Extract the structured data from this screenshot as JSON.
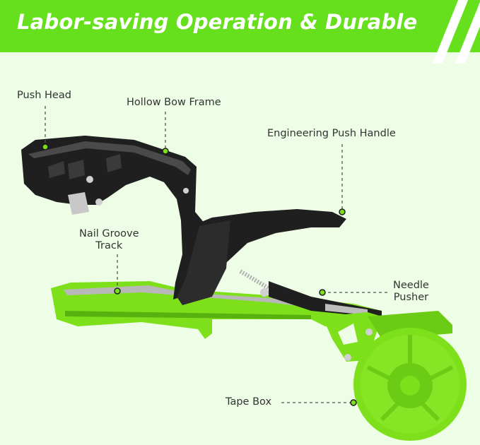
{
  "banner": {
    "title": "Labor-saving Operation & Durable",
    "color": "#66e01c"
  },
  "callouts": {
    "push_head": "Push Head",
    "hollow_bow_frame": "Hollow Bow Frame",
    "engineering_push_handle": "Engineering Push Handle",
    "nail_groove_track_line1": "Nail Groove",
    "nail_groove_track_line2": "Track",
    "needle_pusher_line1": "Needle",
    "needle_pusher_line2": "Pusher",
    "tape_box": "Tape Box"
  },
  "colors": {
    "background": "#eefde6",
    "accent_green": "#7ee01a",
    "tool_black": "#1f1f1f",
    "marker_dot": "#7ee01a"
  }
}
